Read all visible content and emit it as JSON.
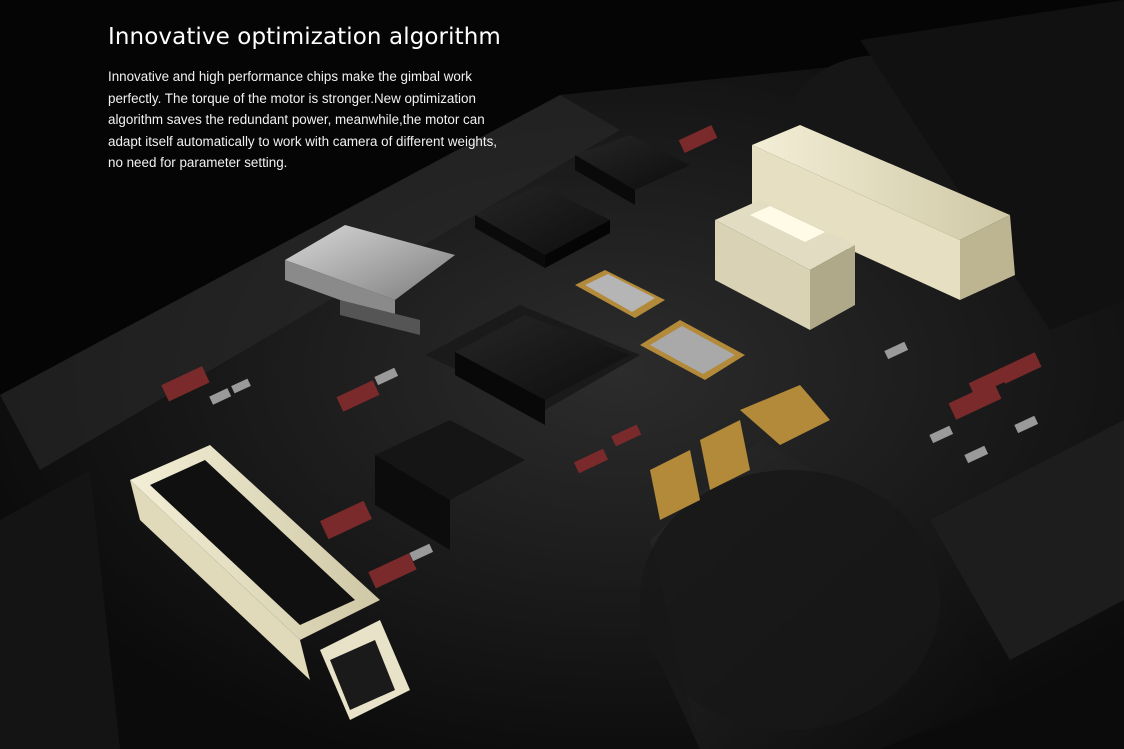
{
  "heading": "Innovative optimization algorithm",
  "description_lines": [
    "Innovative and high performance chips make the gimbal work",
    "perfectly. The torque of the motor is stronger.New optimization",
    "algorithm saves the redundant power, meanwhile,the motor can",
    "adapt itself automatically to work with camera of different weights,",
    "no need for parameter setting."
  ],
  "colors": {
    "background": "#050505",
    "board": "#232323",
    "chip": "#151515",
    "connector": "#e8e2c8",
    "gold_pad": "#b38a3a",
    "resistor_red": "#7a2a2a",
    "text": "#ffffff"
  }
}
